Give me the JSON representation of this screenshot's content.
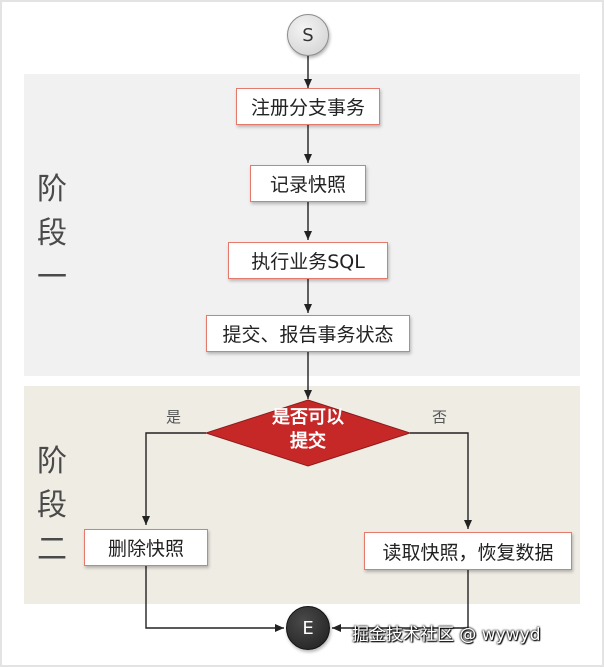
{
  "diagram": {
    "start": "S",
    "end": "E",
    "stages": [
      "阶\n段\n一",
      "阶\n段\n二"
    ],
    "steps": [
      "注册分支事务",
      "记录快照",
      "执行业务SQL",
      "提交、报告事务状态"
    ],
    "decision": "是否可以\n提交",
    "branch_yes": "是",
    "branch_no": "否",
    "yes_action": "删除快照",
    "no_action": "读取快照，恢复数据",
    "colors": {
      "node_border": "#e57a6c",
      "decision_fill": "#c62828",
      "stage1_bg": "#f1f1f1",
      "stage2_bg": "#efece4"
    }
  },
  "watermark": "掘金技术社区 @ wywyd"
}
